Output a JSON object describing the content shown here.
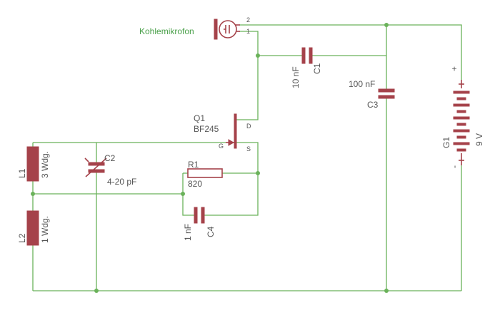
{
  "title_label": "Kohlemikrofon",
  "mic_pins": {
    "p2": "2",
    "p1": "1"
  },
  "q1": {
    "name": "Q1",
    "value": "BF245",
    "gate": "G",
    "drain": "D",
    "source": "S"
  },
  "c1": {
    "name": "C1",
    "value": "10 nF"
  },
  "c2": {
    "name": "C2",
    "value": "4-20 pF"
  },
  "c3": {
    "name": "C3",
    "value": "100 nF"
  },
  "c4": {
    "name": "C4",
    "value": "1 nF"
  },
  "r1": {
    "name": "R1",
    "value": "820"
  },
  "l1": {
    "name": "L1",
    "value": "3 Wdg."
  },
  "l2": {
    "name": "L2",
    "value": "1 Wdg."
  },
  "g1": {
    "name": "G1",
    "value": "9 V",
    "plus": "+",
    "minus": "-"
  },
  "colors": {
    "wire": "#6ab25a",
    "symbol": "#a5424a",
    "text": "#555555",
    "label": "#4aa04a"
  }
}
